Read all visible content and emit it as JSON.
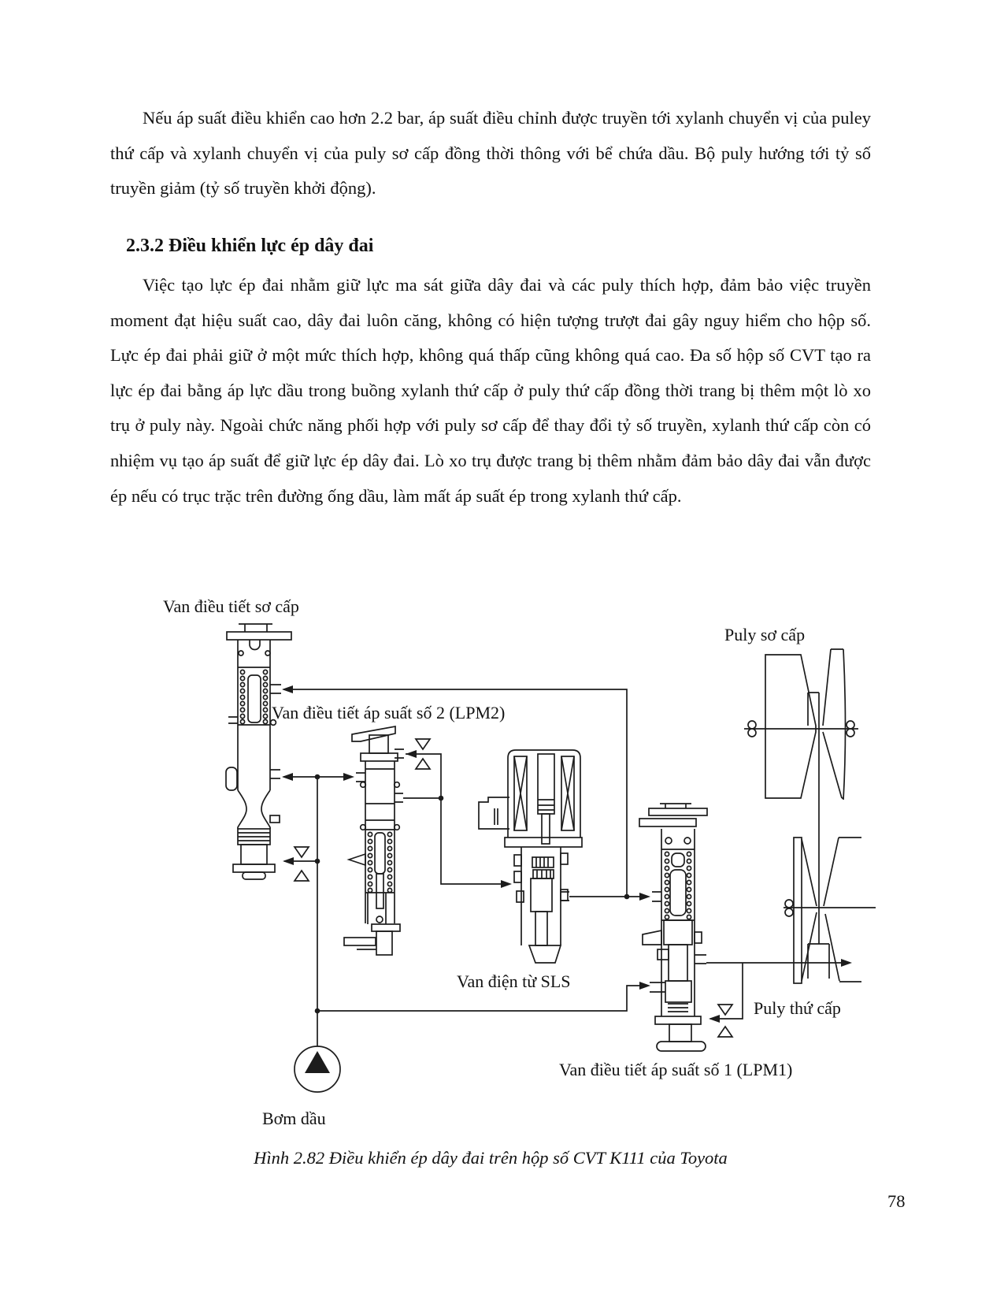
{
  "content": {
    "paragraph_1": "Nếu áp suất điều khiển cao hơn 2.2 bar, áp suất điều chỉnh được truyền tới xylanh chuyển vị của puley thứ cấp và xylanh chuyển vị của puly sơ cấp đồng thời thông với bể chứa dầu. Bộ puly hướng tới tỷ số truyền giảm (tỷ số truyền khởi động).",
    "section_heading": "2.3.2 Điều khiển lực ép dây đai",
    "paragraph_2": "Việc tạo lực ép đai nhằm giữ lực ma sát giữa dây đai và các puly thích hợp, đảm bảo việc truyền moment đạt hiệu suất cao, dây đai luôn căng, không có hiện tượng trượt đai gây nguy hiểm cho hộp số. Lực ép đai phải giữ ở một mức thích hợp, không quá thấp cũng không quá cao. Đa số hộp số CVT tạo ra lực ép đai bằng áp lực dầu trong buồng xylanh thứ cấp ở puly thứ cấp đồng thời trang bị thêm một lò xo trụ ở puly này. Ngoài chức năng phối hợp với puly sơ cấp để thay đổi tỷ số truyền, xylanh thứ cấp còn có nhiệm vụ tạo áp suất để giữ lực ép dây đai. Lò xo trụ được trang bị thêm nhằm đảm bảo dây đai vẫn được ép nếu có trục trặc trên đường ống dầu, làm mất áp suất ép trong xylanh thứ cấp.",
    "figure_caption": "Hình 2.82 Điều khiển ép dây đai trên hộp số CVT K111 của Toyota",
    "page_number": "78"
  },
  "diagram": {
    "labels": {
      "primary_regulator_valve": "Van điều tiết sơ cấp",
      "pressure_regulator_valve_2": "Van điều tiết áp suất số 2 (LPM2)",
      "primary_pulley": "Puly sơ cấp",
      "sls_solenoid_valve": "Van điện từ SLS",
      "secondary_pulley": "Puly thứ cấp",
      "pressure_regulator_valve_1": "Van điều tiết áp suất số 1 (LPM1)",
      "oil_pump": "Bơm dầu"
    },
    "ink_color": "#1c1c1c"
  }
}
